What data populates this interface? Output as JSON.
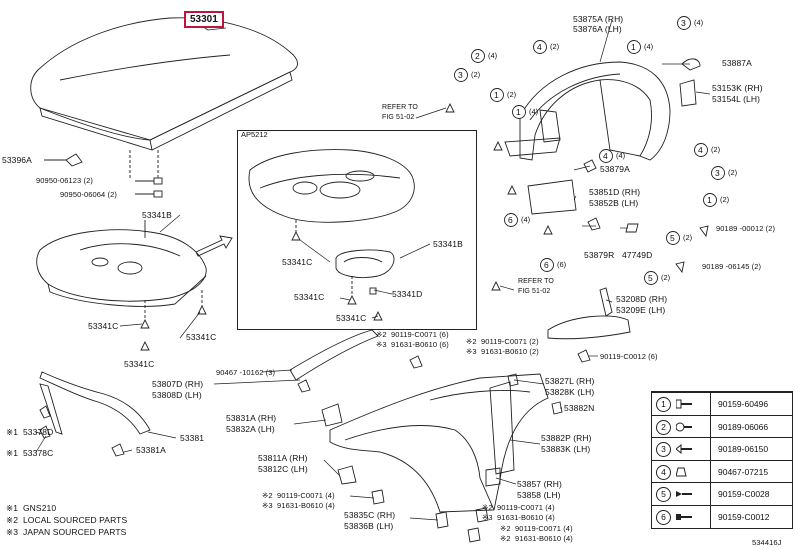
{
  "diagram": {
    "highlight_part": "53301",
    "frame_title": "AP5212",
    "labels": {
      "p53396A": "53396A",
      "p9095006123": "90950-06123 (2)",
      "p9095006064": "90950-06064 (2)",
      "p53341B_left": "53341B",
      "p53341C_left1": "53341C",
      "p53341C_left2": "53341C",
      "p53341C_left3": "53341C",
      "p53341B_frame": "53341B",
      "p53341C_frame1": "53341C",
      "p53341C_frame2": "53341C",
      "p53341D": "53341D",
      "p53341C_frame3": "53341C",
      "refer1a": "REFER TO",
      "refer1b": "FIG 51-02",
      "refer2a": "REFER TO",
      "refer2b": "FIG 51-02",
      "p53875A": "53875A (RH)",
      "p53876A": "53876A (LH)",
      "p53887A": "53887A",
      "p53153K": "53153K (RH)",
      "p53154L": "53154L (LH)",
      "p53879A": "53879A",
      "p53851D": "53851D (RH)",
      "p53852B": "53852B (LH)",
      "p53879R": "53879R",
      "p47749D": "47749D",
      "p90189_00122": "90189 -00012 (2)",
      "p90189_06145": "90189 -06145 (2)",
      "p53208D": "53208D (RH)",
      "p53209E": "53209E (LH)",
      "p90119_00126": "90119-C0012 (6)",
      "p90119_00071_6": "※2  90119-C0071 (6)",
      "p91631_60610_6": "※3  91631-B0610 (6)",
      "p90119_00071_2": "※2  90119-C0071 (2)",
      "p91631_60610_2": "※3  91631-B0610 (2)",
      "p53807D": "53807D (RH)",
      "p53808D": "53808D (LH)",
      "p90467_10162": "90467 -10162 (3)",
      "p53827L": "53827L (RH)",
      "p53828K": "53828K (LH)",
      "p53882N": "53882N",
      "p53831A": "53831A (RH)",
      "p53832A": "53832A (LH)",
      "p53378D": "※1  53378D",
      "p53378C": "※1  53378C",
      "p53381": "53381",
      "p53381A": "53381A",
      "p53882P": "53882P (RH)",
      "p53883K": "53883K (LH)",
      "p53811A": "53811A (RH)",
      "p53812C": "53812C (LH)",
      "p53857": "53857 (RH)",
      "p53858": "53858 (LH)",
      "p90119_00071_4a": "※2  90119-C0071 (4)",
      "p91631_60610_4a": "※3  91631-B0610 (4)",
      "p53835C": "53835C (RH)",
      "p53836B": "53836B (LH)",
      "p90119_00071_4b": "※2  90119-C0071 (4)",
      "p91631_60610_4b": "※3  91631-B0610 (4)",
      "p90119_00071_4c": "※2  90119-C0071 (4)",
      "p91631_60610_4c": "※2  91631-B0610 (4)"
    },
    "callouts": {
      "c1": "2",
      "c2": "(4)",
      "c3": "3",
      "c4": "(2)",
      "c5": "1",
      "c6": "(2)",
      "c7": "1",
      "c8": "(4)",
      "c9": "4",
      "c10": "(2)",
      "c11": "1",
      "c12": "(4)",
      "c13": "3",
      "c14": "(4)",
      "c15": "4",
      "c16": "(4)",
      "c17": "6",
      "c18": "(4)",
      "c19": "6",
      "c20": "(6)",
      "c21": "4",
      "c22": "(2)",
      "c23": "3",
      "c24": "(2)",
      "c25": "1",
      "c26": "(2)",
      "c27": "5",
      "c28": "(2)",
      "c29": "5",
      "c30": "(2)"
    }
  },
  "notes": [
    "※1  GNS210",
    "※2  LOCAL SOURCED PARTS",
    "※3  JAPAN SOURCED PARTS"
  ],
  "legend": [
    {
      "num": "1",
      "pn": "90159-60496"
    },
    {
      "num": "2",
      "pn": "90189-06066"
    },
    {
      "num": "3",
      "pn": "90189-06150"
    },
    {
      "num": "4",
      "pn": "90467-07215"
    },
    {
      "num": "5",
      "pn": "90159-C0028"
    },
    {
      "num": "6",
      "pn": "90159-C0012"
    }
  ],
  "figure_id": "534416J"
}
